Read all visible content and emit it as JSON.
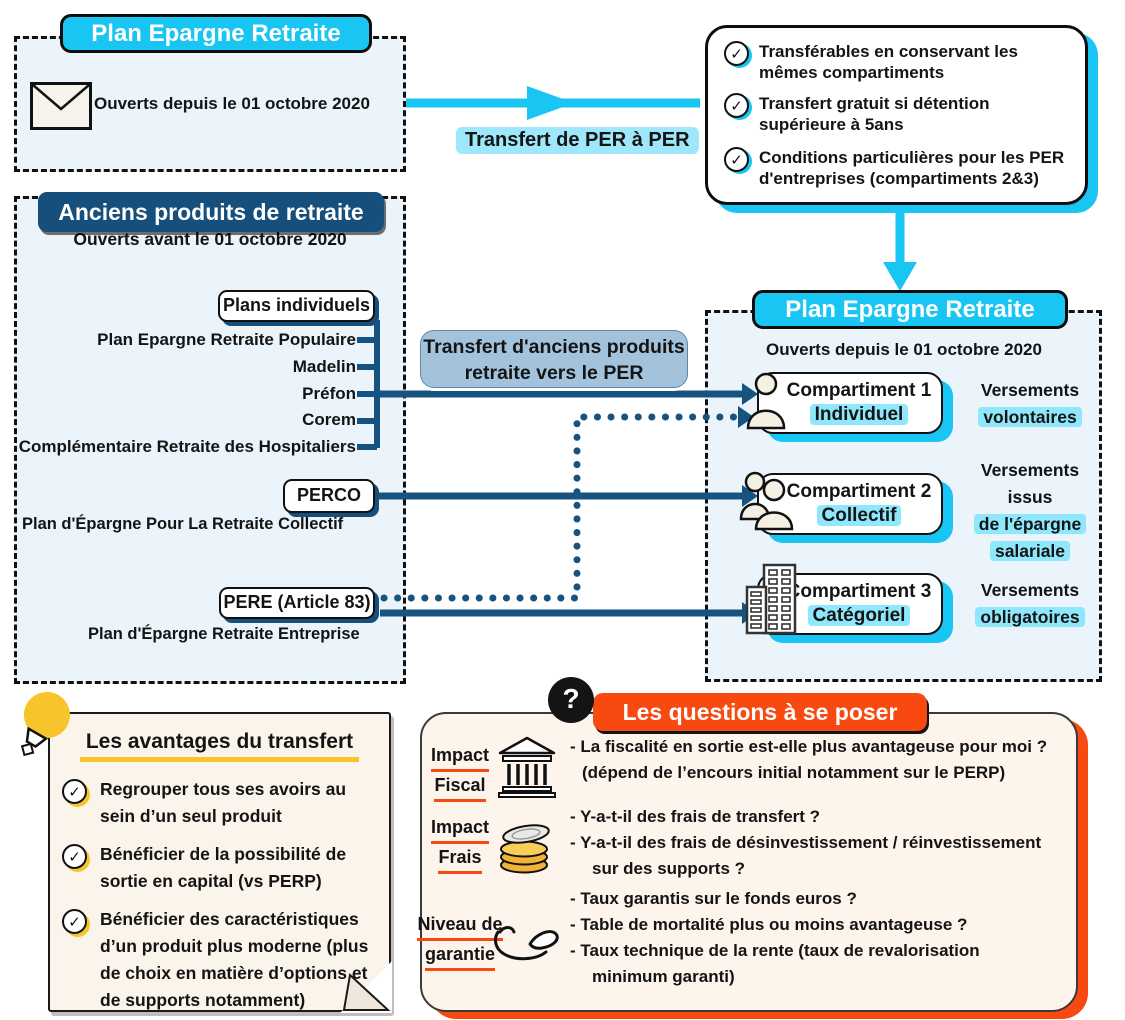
{
  "colors": {
    "cyan": "#18C5F3",
    "cyan_highlight": "#8FE7FB",
    "navy": "#164E7C",
    "steel_blue": "#A3C3DC",
    "panel_bg": "#EAF4FA",
    "orange": "#F84911",
    "note_cream": "#FAF4EA",
    "questions_cream": "#FDF4EC",
    "yellow": "#F7C52B"
  },
  "top_left_panel": {
    "title": "Plan Epargne Retraite",
    "subtitle": "Ouverts depuis le 01 octobre 2020"
  },
  "per_transfer": {
    "label": "Transfert de PER à PER"
  },
  "checklist": {
    "items": [
      "Transférables en conservant les mêmes compartiments",
      "Transfert gratuit si détention supérieure à 5ans",
      "Conditions particulières pour les PER d'entreprises (compartiments 2&3)"
    ]
  },
  "old_products": {
    "title": "Anciens produits de retraite",
    "subtitle": "Ouverts avant le 01 octobre 2020",
    "plans_individuels_label": "Plans individuels",
    "plans_individuels": [
      "Plan Epargne Retraite Populaire",
      "Madelin",
      "Préfon",
      "Corem",
      "Complémentaire Retraite des Hospitaliers"
    ],
    "perco_label": "PERCO",
    "perco_full": "Plan d'Épargne Pour La Retraite Collectif",
    "pere_label": "PERE (Article 83)",
    "pere_full": "Plan d'Épargne Retraite Entreprise"
  },
  "old_transfer": {
    "line1": "Transfert d'anciens produits",
    "line2": "retraite vers le PER"
  },
  "new_per_panel": {
    "title": "Plan Epargne Retraite",
    "subtitle": "Ouverts depuis le 01 octobre 2020",
    "compartments": [
      {
        "name": "Compartiment 1",
        "tag": "Individuel",
        "versements": [
          {
            "t": "Versements"
          },
          {
            "t": "volontaires",
            "hl": true
          }
        ]
      },
      {
        "name": "Compartiment 2",
        "tag": "Collectif",
        "versements": [
          {
            "t": "Versements"
          },
          {
            "t": "issus"
          },
          {
            "t": "de l'épargne",
            "hl": true
          },
          {
            "t": "salariale",
            "hl": true
          }
        ]
      },
      {
        "name": "Compartiment 3",
        "tag": "Catégoriel",
        "versements": [
          {
            "t": "Versements"
          },
          {
            "t": "obligatoires",
            "hl": true
          }
        ]
      }
    ]
  },
  "advantages": {
    "title": "Les avantages du transfert",
    "items": [
      "Regrouper tous ses avoirs au sein d’un seul produit",
      "Bénéficier de la possibilité de sortie en capital (vs PERP)",
      "Bénéficier des caractéristiques d’un produit plus moderne (plus de choix en matière d’options et de supports notamment)"
    ]
  },
  "questions": {
    "badge": "?",
    "title": "Les questions à se poser",
    "rows": [
      {
        "label1": "Impact",
        "label2": "Fiscal",
        "lines": [
          "- La fiscalité en sortie est-elle plus avantageuse pour moi ?",
          "(dépend de l’encours initial notamment sur le PERP)"
        ]
      },
      {
        "label1": "Impact",
        "label2": "Frais",
        "lines": [
          "- Y-a-t-il des frais de transfert ?",
          "- Y-a-t-il des frais de désinvestissement / réinvestissement",
          "sur des supports ?"
        ]
      },
      {
        "label1": "Niveau de",
        "label2": "garantie",
        "lines": [
          "- Taux garantis sur le fonds euros ?",
          "- Table de mortalité plus ou moins avantageuse ?",
          "- Taux technique de la rente (taux de revalorisation",
          "minimum garanti)"
        ]
      }
    ]
  },
  "icons": [
    "envelope-icon",
    "check-circle-icon",
    "person-icon",
    "people-icon",
    "building-icon",
    "bank-icon",
    "coins-icon",
    "hand-icon",
    "lightbulb-icon",
    "question-mark-icon",
    "arrow-right-icon",
    "arrow-down-icon"
  ]
}
